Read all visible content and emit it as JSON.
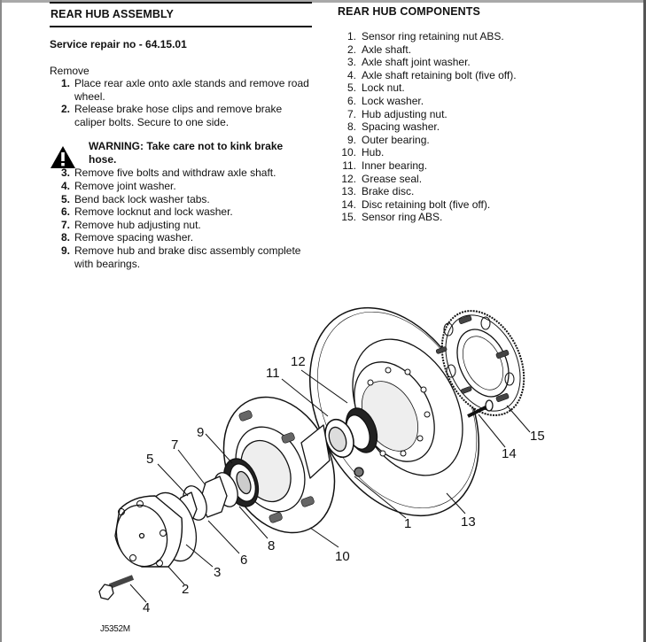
{
  "left": {
    "title": "REAR HUB ASSEMBLY",
    "service_repair": "Service repair no - 64.15.01",
    "section": "Remove",
    "steps_before_warning": [
      {
        "num": "1.",
        "text": "Place rear axle onto axle stands and remove road wheel."
      },
      {
        "num": "2.",
        "text": "Release brake hose clips and remove brake caliper bolts. Secure to one side."
      }
    ],
    "warning": {
      "icon": "warning-triangle-icon",
      "text": "WARNING: Take care not to kink brake hose."
    },
    "steps_after_warning": [
      {
        "num": "3.",
        "text": "Remove five bolts and withdraw axle shaft."
      },
      {
        "num": "4.",
        "text": "Remove joint washer."
      },
      {
        "num": "5.",
        "text": "Bend back lock washer tabs."
      },
      {
        "num": "6.",
        "text": "Remove locknut and lock washer."
      },
      {
        "num": "7.",
        "text": "Remove hub adjusting nut."
      },
      {
        "num": "8.",
        "text": "Remove spacing washer."
      },
      {
        "num": "9.",
        "text": "Remove hub and brake disc assembly complete with bearings."
      }
    ]
  },
  "right": {
    "title": "REAR HUB COMPONENTS",
    "components": [
      {
        "num": "1.",
        "text": "Sensor ring retaining nut ABS."
      },
      {
        "num": "2.",
        "text": "Axle shaft."
      },
      {
        "num": "3.",
        "text": "Axle shaft joint washer."
      },
      {
        "num": "4.",
        "text": "Axle shaft retaining bolt (five off)."
      },
      {
        "num": "5.",
        "text": "Lock nut."
      },
      {
        "num": "6.",
        "text": "Lock washer."
      },
      {
        "num": "7.",
        "text": "Hub adjusting nut."
      },
      {
        "num": "8.",
        "text": "Spacing washer."
      },
      {
        "num": "9.",
        "text": "Outer bearing."
      },
      {
        "num": "10.",
        "text": "Hub."
      },
      {
        "num": "11.",
        "text": "Inner bearing."
      },
      {
        "num": "12.",
        "text": "Grease seal."
      },
      {
        "num": "13.",
        "text": "Brake disc."
      },
      {
        "num": "14.",
        "text": "Disc retaining bolt (five off)."
      },
      {
        "num": "15.",
        "text": "Sensor ring ABS."
      }
    ]
  },
  "diagram": {
    "figure_ref": "J5352M",
    "callouts": [
      "1",
      "2",
      "3",
      "4",
      "5",
      "6",
      "7",
      "8",
      "9",
      "10",
      "11",
      "12",
      "13",
      "14",
      "15"
    ]
  }
}
